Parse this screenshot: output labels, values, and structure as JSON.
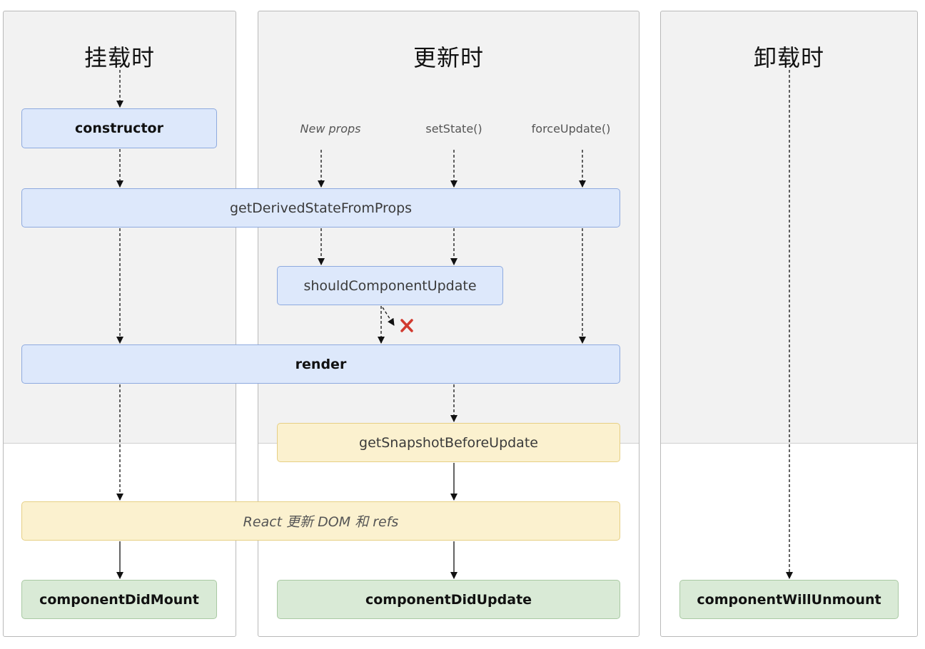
{
  "phases": {
    "mount": "挂载时",
    "update": "更新时",
    "unmount": "卸载时"
  },
  "triggers": {
    "new_props": "New props",
    "set_state": "setState()",
    "force_update": "forceUpdate()"
  },
  "methods": {
    "constructor": "constructor",
    "get_derived_state_from_props": "getDerivedStateFromProps",
    "should_component_update": "shouldComponentUpdate",
    "render": "render",
    "get_snapshot_before_update": "getSnapshotBeforeUpdate",
    "react_updates_dom": "React 更新 DOM 和 refs",
    "component_did_mount": "componentDidMount",
    "component_did_update": "componentDidUpdate",
    "component_will_unmount": "componentWillUnmount"
  },
  "colors": {
    "blue_fill": "#dde8fb",
    "yellow_fill": "#fbf1cf",
    "green_fill": "#d9ead6",
    "reject_mark": "#d13a2f"
  }
}
